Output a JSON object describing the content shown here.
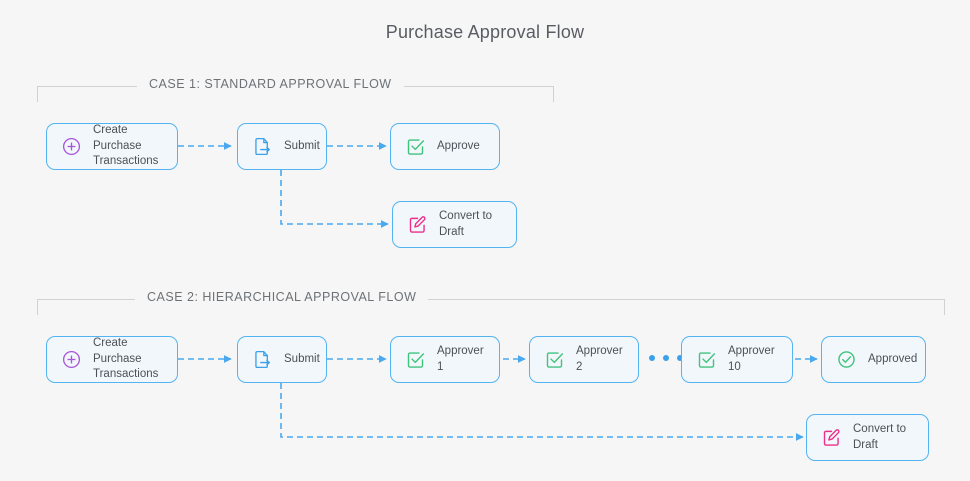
{
  "page": {
    "title": "Purchase Approval Flow",
    "background": "#f6f6f6"
  },
  "colors": {
    "node_border": "#54b4f2",
    "node_fill": "#f2f7fb",
    "connector": "#4aa8ee",
    "frame_border": "#d2d2d2",
    "icon_purple": "#a855d8",
    "icon_blue": "#3aa0e8",
    "icon_green": "#3fc47c",
    "icon_pink": "#ec2f8a",
    "text": "#4b5157",
    "legend_text": "#6e7276",
    "title_text": "#595d63"
  },
  "groups": [
    {
      "id": "case-1",
      "legend": "CASE 1: STANDARD APPROVAL FLOW",
      "nodes": [
        {
          "id": "c1-create",
          "label": "Create Purchase\nTransactions",
          "icon": "plus-circle-icon"
        },
        {
          "id": "c1-submit",
          "label": "Submit",
          "icon": "file-export-icon"
        },
        {
          "id": "c1-approve",
          "label": "Approve",
          "icon": "checkbox-square-icon"
        },
        {
          "id": "c1-draft",
          "label": "Convert to Draft",
          "icon": "edit-square-icon"
        }
      ]
    },
    {
      "id": "case-2",
      "legend": "CASE 2: HIERARCHICAL APPROVAL FLOW",
      "nodes": [
        {
          "id": "c2-create",
          "label": "Create Purchase\nTransactions",
          "icon": "plus-circle-icon"
        },
        {
          "id": "c2-submit",
          "label": "Submit",
          "icon": "file-export-icon"
        },
        {
          "id": "c2-approver1",
          "label": "Approver 1",
          "icon": "checkbox-square-icon"
        },
        {
          "id": "c2-approver2",
          "label": "Approver 2",
          "icon": "checkbox-square-icon"
        },
        {
          "id": "c2-approver10",
          "label": "Approver 10",
          "icon": "checkbox-square-icon"
        },
        {
          "id": "c2-approved",
          "label": "Approved",
          "icon": "check-circle-icon"
        },
        {
          "id": "c2-draft",
          "label": "Convert to Draft",
          "icon": "edit-square-icon"
        }
      ],
      "ellipsis_dots": 3
    }
  ]
}
